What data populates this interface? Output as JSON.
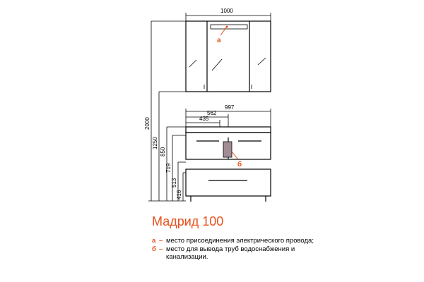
{
  "title": "Мадрид 100",
  "dimensions": {
    "top_width": "1000",
    "vanity_width": "997",
    "width_562": "562",
    "width_435": "435",
    "height_2000": "2000",
    "height_1250": "1250",
    "height_850": "850",
    "height_719": "719",
    "height_513": "513",
    "height_416": "416"
  },
  "markers": {
    "a": "а",
    "b": "б"
  },
  "legend": [
    {
      "key": "а",
      "dash": "–",
      "text": "место присоединения электрического провода;"
    },
    {
      "key": "б",
      "dash": "–",
      "text": "место для вывода труб водоснабжения и канализации."
    }
  ],
  "colors": {
    "accent": "#e8501a",
    "marker_b_fill": "#a08c94"
  }
}
